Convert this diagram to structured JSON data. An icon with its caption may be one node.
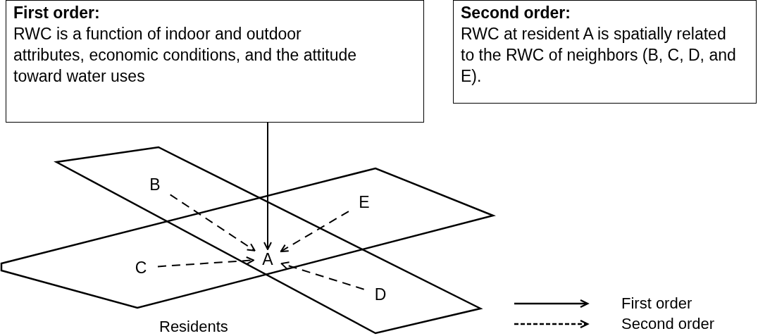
{
  "diagram": {
    "nodes": [
      {
        "text": [
          "First order:",
          "RWC is a function of indoor and outdoor attributes, economic conditions, and the attitude toward water uses"
        ]
      },
      {
        "text": [
          "Second order:",
          "RWC at resident A is spatially related to the RWC of neighbors (B, C, D, and E)."
        ]
      },
      {
        "text": [
          "A"
        ]
      },
      {
        "text": [
          "B"
        ]
      },
      {
        "text": [
          "C"
        ]
      },
      {
        "text": [
          "D"
        ]
      },
      {
        "text": [
          "E"
        ]
      }
    ],
    "edges": [
      {
        "from": 0,
        "to": 2,
        "arrow": "to"
      },
      {
        "from": 3,
        "to": 2,
        "arrow": "to",
        "style": "dashed"
      },
      {
        "from": 6,
        "to": 2,
        "arrow": "to",
        "style": "dashed"
      },
      {
        "from": 4,
        "to": 2,
        "arrow": "to",
        "style": "dashed"
      },
      {
        "from": 5,
        "to": 2,
        "arrow": "to",
        "style": "dashed"
      }
    ],
    "labels": [
      "Residents"
    ],
    "legend": [
      {
        "text": "First order"
      },
      {
        "text": "Second order"
      }
    ]
  }
}
